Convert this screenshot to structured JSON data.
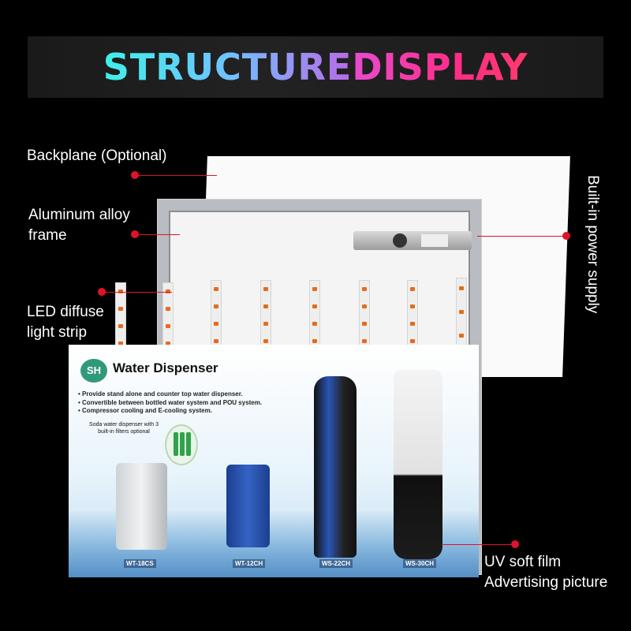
{
  "title": {
    "part1": "STRUCTURE ",
    "part2": "DISPLAY"
  },
  "labels": {
    "backplane": "Backplane  (Optional)",
    "frame_line1": "Aluminum alloy",
    "frame_line2": "frame",
    "led_line1": "LED diffuse",
    "led_line2": "light strip",
    "power": "Built-in power supply",
    "film_line1": "UV soft film",
    "film_line2": "Advertising picture"
  },
  "poster": {
    "logo": "SH",
    "title": "Water Dispenser",
    "bullets": [
      "• Provide stand alone and counter top water dispenser.",
      "• Convertible between bottled water system and POU system.",
      "• Compressor cooling and E-cooling system."
    ],
    "note": "Soda water dispenser with 3 built-in filters optional",
    "models": [
      "WT-18CS",
      "WT-12CH",
      "WS-22CH",
      "WS-30CH"
    ]
  },
  "colors": {
    "accent": "#e0122a",
    "background": "#000000"
  }
}
